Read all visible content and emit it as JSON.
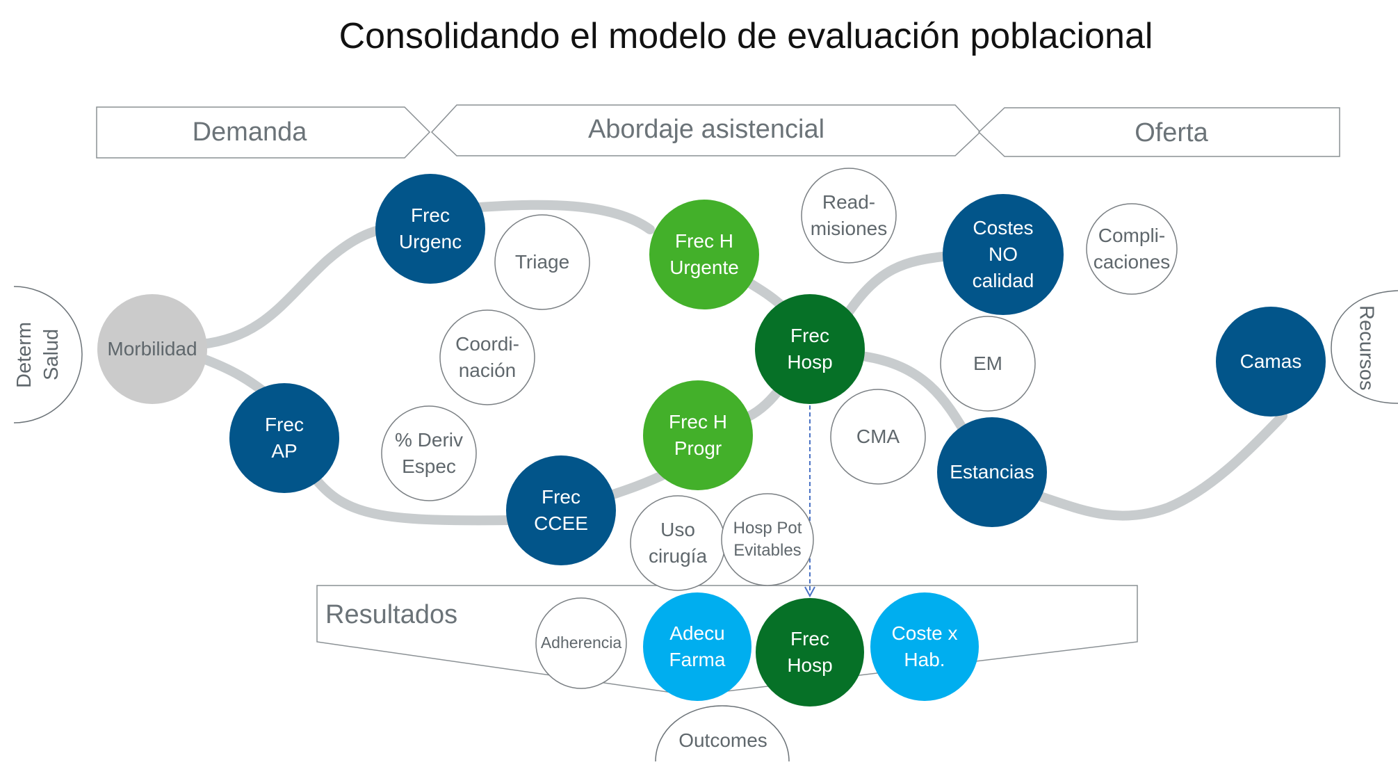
{
  "title": "Consolidando el modelo de evaluación poblacional",
  "bands": [
    {
      "id": "demanda",
      "label": "Demanda"
    },
    {
      "id": "abordaje",
      "label": "Abordaje asistencial"
    },
    {
      "id": "oferta",
      "label": "Oferta"
    }
  ],
  "side_labels": {
    "left": "Determ\nSalud",
    "right": "Recursos",
    "bottom": "Outcomes"
  },
  "results_label": "Resultados",
  "colors": {
    "dark_blue": "#02558a",
    "light_green": "#43b02a",
    "dark_green": "#067127",
    "light_blue": "#00aeef",
    "gray_node": "#cbcbcb",
    "connector": "#c8ccce",
    "outline": "#7a7f83",
    "arrow": "#4a72c4"
  },
  "nodes": [
    {
      "id": "morbilidad",
      "text": "Morbilidad",
      "style": "gray"
    },
    {
      "id": "frec-urgenc",
      "text": "Frec\nUrgenc",
      "style": "dark_blue"
    },
    {
      "id": "frec-ap",
      "text": "Frec\nAP",
      "style": "dark_blue"
    },
    {
      "id": "frec-ccee",
      "text": "Frec\nCCEE",
      "style": "dark_blue"
    },
    {
      "id": "frec-h-urgente",
      "text": "Frec H\nUrgente",
      "style": "light_green"
    },
    {
      "id": "frec-h-progr",
      "text": "Frec H\nProgr",
      "style": "light_green"
    },
    {
      "id": "frec-hosp",
      "text": "Frec\nHosp",
      "style": "dark_green"
    },
    {
      "id": "costes-no-calidad",
      "text": "Costes\nNO\ncalidad",
      "style": "dark_blue"
    },
    {
      "id": "estancias",
      "text": "Estancias",
      "style": "dark_blue"
    },
    {
      "id": "camas",
      "text": "Camas",
      "style": "dark_blue"
    },
    {
      "id": "triage",
      "text": "Triage",
      "style": "outline"
    },
    {
      "id": "coordinacion",
      "text": "Coordi-\nnación",
      "style": "outline"
    },
    {
      "id": "deriv-espec",
      "text": "% Deriv\nEspec",
      "style": "outline"
    },
    {
      "id": "readmisiones",
      "text": "Read-\nmisiones",
      "style": "outline"
    },
    {
      "id": "complicaciones",
      "text": "Compli-\ncaciones",
      "style": "outline"
    },
    {
      "id": "em",
      "text": "EM",
      "style": "outline"
    },
    {
      "id": "cma",
      "text": "CMA",
      "style": "outline"
    },
    {
      "id": "uso-cirugia",
      "text": "Uso\ncirugía",
      "style": "outline"
    },
    {
      "id": "hosp-pot-evitables",
      "text": "Hosp Pot\nEvitables",
      "style": "outline"
    },
    {
      "id": "adherencia",
      "text": "Adherencia",
      "style": "outline"
    },
    {
      "id": "adecu-farma",
      "text": "Adecu\nFarma",
      "style": "light_blue"
    },
    {
      "id": "res-frec-hosp",
      "text": "Frec\nHosp",
      "style": "dark_green"
    },
    {
      "id": "coste-x-hab",
      "text": "Coste x\nHab.",
      "style": "light_blue"
    }
  ]
}
